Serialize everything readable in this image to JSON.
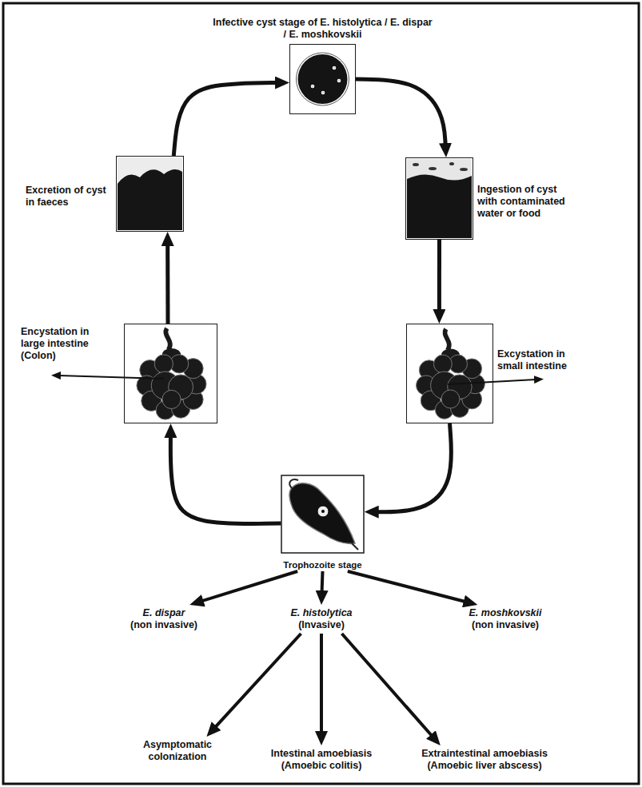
{
  "diagram": {
    "nodes": [
      {
        "text": [
          "Infective cyst stage of E. histolytica / E. dispar / E. moshkovskii"
        ]
      },
      {
        "text": [
          "Ingestion of cyst with contaminated water or food"
        ]
      },
      {
        "text": [
          "Excystation in small intestine"
        ]
      },
      {
        "text": [
          "Trophozoite stage"
        ]
      },
      {
        "text": [
          "Encystation in large intestine (Colon)"
        ]
      },
      {
        "text": [
          "Excretion of cyst in faeces"
        ]
      },
      {
        "text": [
          "E. dispar",
          "(non invasive)"
        ]
      },
      {
        "text": [
          "E. histolytica",
          "(Invasive)"
        ]
      },
      {
        "text": [
          "E. moshkovskii",
          "(non invasive)"
        ]
      },
      {
        "text": [
          "Asymptomatic colonization"
        ]
      },
      {
        "text": [
          "Intestinal amoebiasis (Amoebic colitis)"
        ]
      },
      {
        "text": [
          "Extraintestinal amoebiasis (Amoebic liver abscess)"
        ]
      }
    ],
    "edges": [
      {
        "from": 0,
        "to": 1,
        "arrow": "to"
      },
      {
        "from": 1,
        "to": 2,
        "arrow": "to"
      },
      {
        "from": 2,
        "to": 3,
        "arrow": "to"
      },
      {
        "from": 3,
        "to": 4,
        "arrow": "to"
      },
      {
        "from": 4,
        "to": 5,
        "arrow": "to"
      },
      {
        "from": 5,
        "to": 0,
        "arrow": "to"
      },
      {
        "from": 3,
        "to": 6,
        "arrow": "to"
      },
      {
        "from": 3,
        "to": 7,
        "arrow": "to"
      },
      {
        "from": 3,
        "to": 8,
        "arrow": "to"
      },
      {
        "from": 7,
        "to": 9,
        "arrow": "to"
      },
      {
        "from": 7,
        "to": 10,
        "arrow": "to"
      },
      {
        "from": 7,
        "to": 11,
        "arrow": "to"
      }
    ]
  }
}
